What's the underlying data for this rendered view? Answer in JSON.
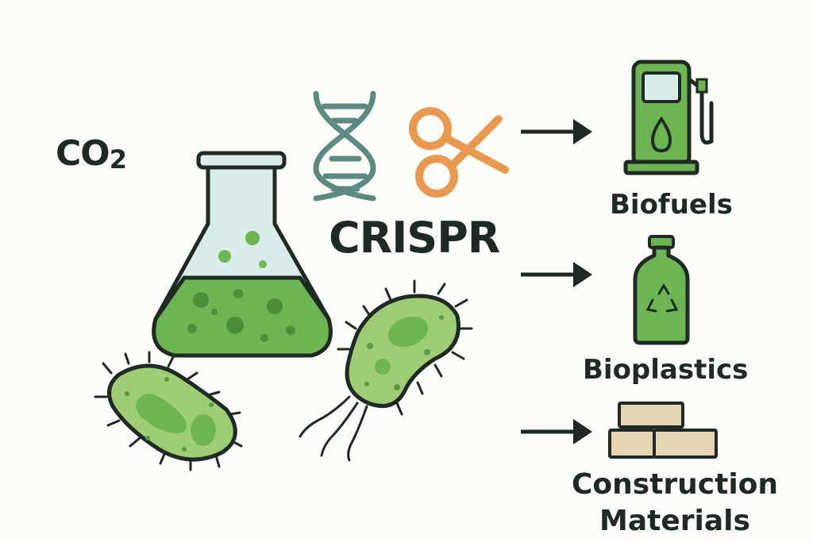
{
  "co2": {
    "main": "CO",
    "sub": "2"
  },
  "crispr_label": "CRISPR",
  "outputs": {
    "biofuels": "Biofuels",
    "bioplastics": "Bioplastics",
    "construction": "Construction Materials"
  },
  "icons": [
    "flask-icon",
    "dna-icon",
    "scissors-icon",
    "bacterium-icon",
    "fuel-pump-icon",
    "bottle-recycle-icon",
    "bricks-icon",
    "arrow-right-icon"
  ],
  "colors": {
    "green": "#6db552",
    "light_green": "#9dcc74",
    "dark": "#1f2a24",
    "dna": "#5c8a82",
    "scissors": "#e9994f",
    "brick": "#e4d5b3"
  }
}
